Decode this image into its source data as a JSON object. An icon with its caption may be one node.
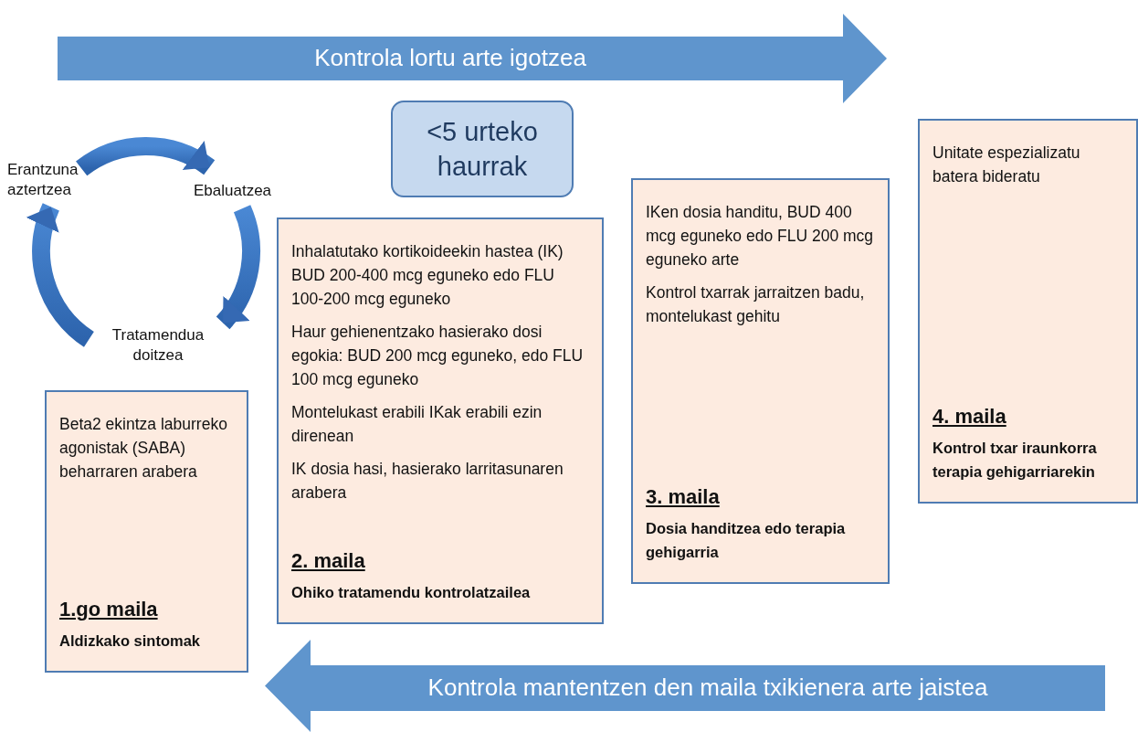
{
  "diagram": {
    "nodes": [
      {
        "text": [
          "Kontrola lortu arte igotzea"
        ]
      },
      {
        "text": [
          "<5 urteko haurrak"
        ]
      },
      {
        "text": [
          "Erantzuna aztertzea"
        ]
      },
      {
        "text": [
          "Ebaluatzea"
        ]
      },
      {
        "text": [
          "Tratamendua doitzea"
        ]
      },
      {
        "text": [
          "Beta2 ekintza laburreko agonistak (SABA) beharraren arabera",
          "1.go maila",
          "Aldizkako sintomak"
        ]
      },
      {
        "text": [
          "Inhalatutako kortikoideekin hastea (IK) BUD 200-400 mcg eguneko edo FLU 100-200 mcg eguneko",
          "Haur gehienentzako hasierako dosi egokia: BUD 200 mcg eguneko, edo FLU 100 mcg eguneko",
          "Montelukast erabili IKak erabili ezin direnean",
          "IK dosia hasi, hasierako larritasunaren arabera",
          "2. maila",
          "Ohiko tratamendu kontrolatzailea"
        ]
      },
      {
        "text": [
          "IKen dosia handitu, BUD 400 mcg eguneko edo FLU 200 mcg eguneko arte",
          "Kontrol txarrak jarraitzen badu, montelukast gehitu",
          "3. maila",
          "Dosia handitzea edo terapia gehigarria"
        ]
      },
      {
        "text": [
          "Unitate espezializatu batera bideratu",
          "4. maila",
          "Kontrol txar iraunkorra terapia gehigarriarekin"
        ]
      },
      {
        "text": [
          "Kontrola mantentzen den maila txikienera arte jaistea"
        ]
      }
    ],
    "edges": [
      {
        "from": 2,
        "to": 3,
        "arrow": "to"
      },
      {
        "from": 3,
        "to": 4,
        "arrow": "to"
      },
      {
        "from": 4,
        "to": 2,
        "arrow": "to"
      }
    ]
  }
}
